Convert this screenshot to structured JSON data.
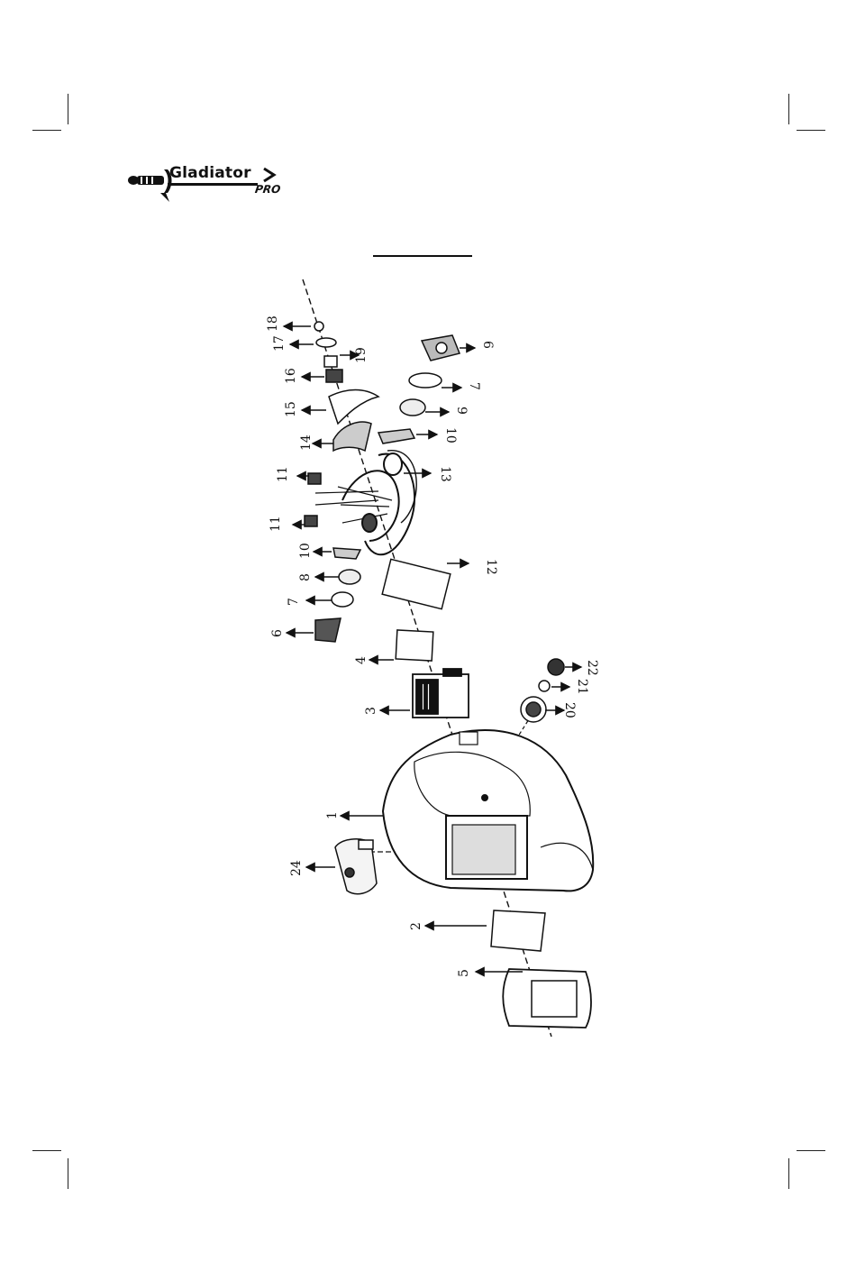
{
  "brand": {
    "name": "Gladiator",
    "suffix": "PRO"
  },
  "diagram": {
    "part_labels": [
      "18",
      "17",
      "19",
      "16",
      "15",
      "14",
      "11",
      "11",
      "10",
      "8",
      "7",
      "6",
      "6",
      "7",
      "9",
      "10",
      "13",
      "12",
      "4",
      "3",
      "1",
      "24",
      "2",
      "5",
      "20",
      "21",
      "22"
    ]
  }
}
